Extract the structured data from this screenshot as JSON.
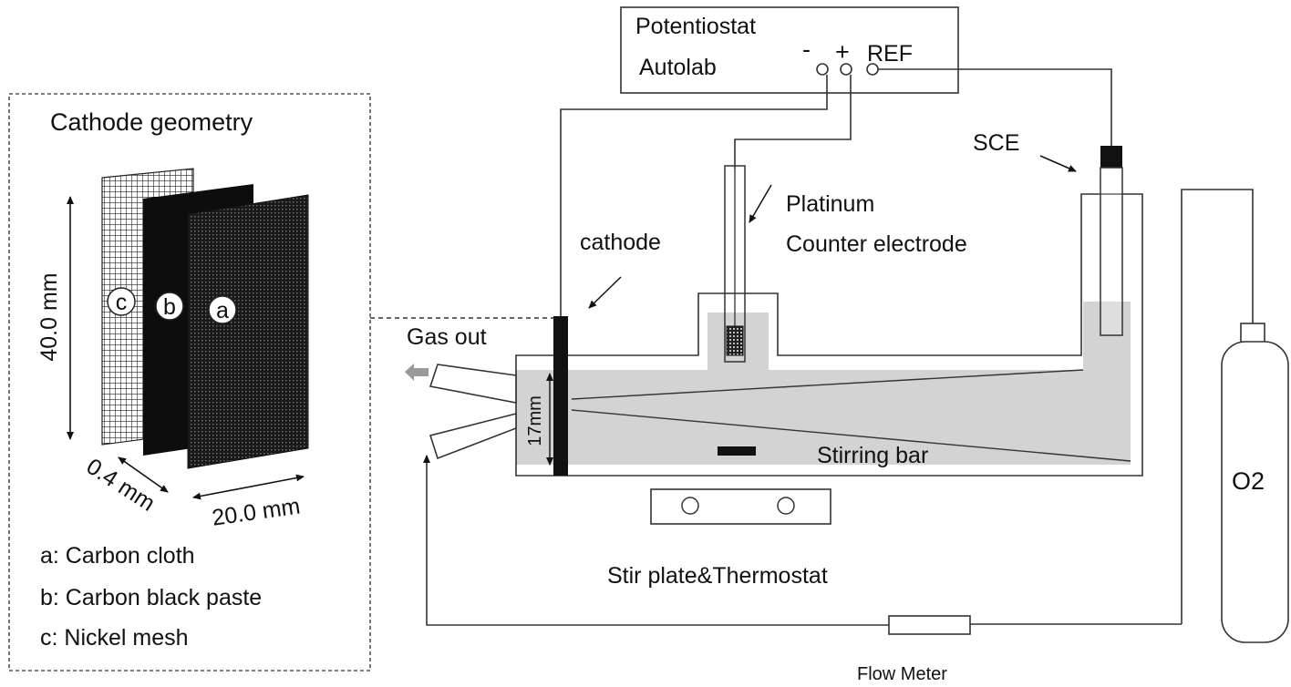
{
  "inset": {
    "title": "Cathode geometry",
    "height_label": "40.0 mm",
    "thickness_label": "0.4 mm",
    "width_label": "20.0 mm",
    "layer_letters": [
      "c",
      "b",
      "a"
    ],
    "legend": [
      "a: Carbon cloth",
      "b: Carbon black paste",
      "c: Nickel mesh"
    ]
  },
  "potentiostat": {
    "line1": "Potentiostat",
    "line2": "Autolab",
    "minus": "-",
    "plus": "+",
    "ref": "REF"
  },
  "labels": {
    "sce": "SCE",
    "platinum": "Platinum",
    "counter_electrode": "Counter electrode",
    "cathode": "cathode",
    "gas_out": "Gas out",
    "gap": "17mm",
    "stirring_bar": "Stirring bar",
    "stir_plate": "Stir plate&Thermostat",
    "flow_meter": "Flow Meter",
    "o2": "O2"
  },
  "colors": {
    "line": "#333333",
    "electrolyte": "#d3d3d3",
    "solid": "#111111",
    "gas_arrow": "#9a9a9a"
  }
}
